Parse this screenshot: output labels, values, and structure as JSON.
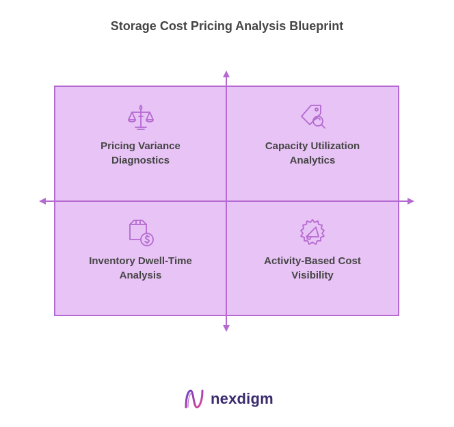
{
  "title": "Storage Cost Pricing Analysis Blueprint",
  "quadrants": [
    {
      "id": "top-left",
      "label": "Pricing Variance\nDiagnostics",
      "icon": "scales-icon"
    },
    {
      "id": "top-right",
      "label": "Capacity Utilization\nAnalytics",
      "icon": "price-tag-magnifier-icon"
    },
    {
      "id": "bottom-left",
      "label": "Inventory Dwell-Time\nAnalysis",
      "icon": "box-dollar-icon"
    },
    {
      "id": "bottom-right",
      "label": "Activity-Based Cost\nVisibility",
      "icon": "megaphone-badge-icon"
    }
  ],
  "brand": {
    "name": "nexdigm"
  },
  "colors": {
    "quadrant_fill": "#e8c3f5",
    "accent": "#b46ad0",
    "text": "#454545"
  }
}
